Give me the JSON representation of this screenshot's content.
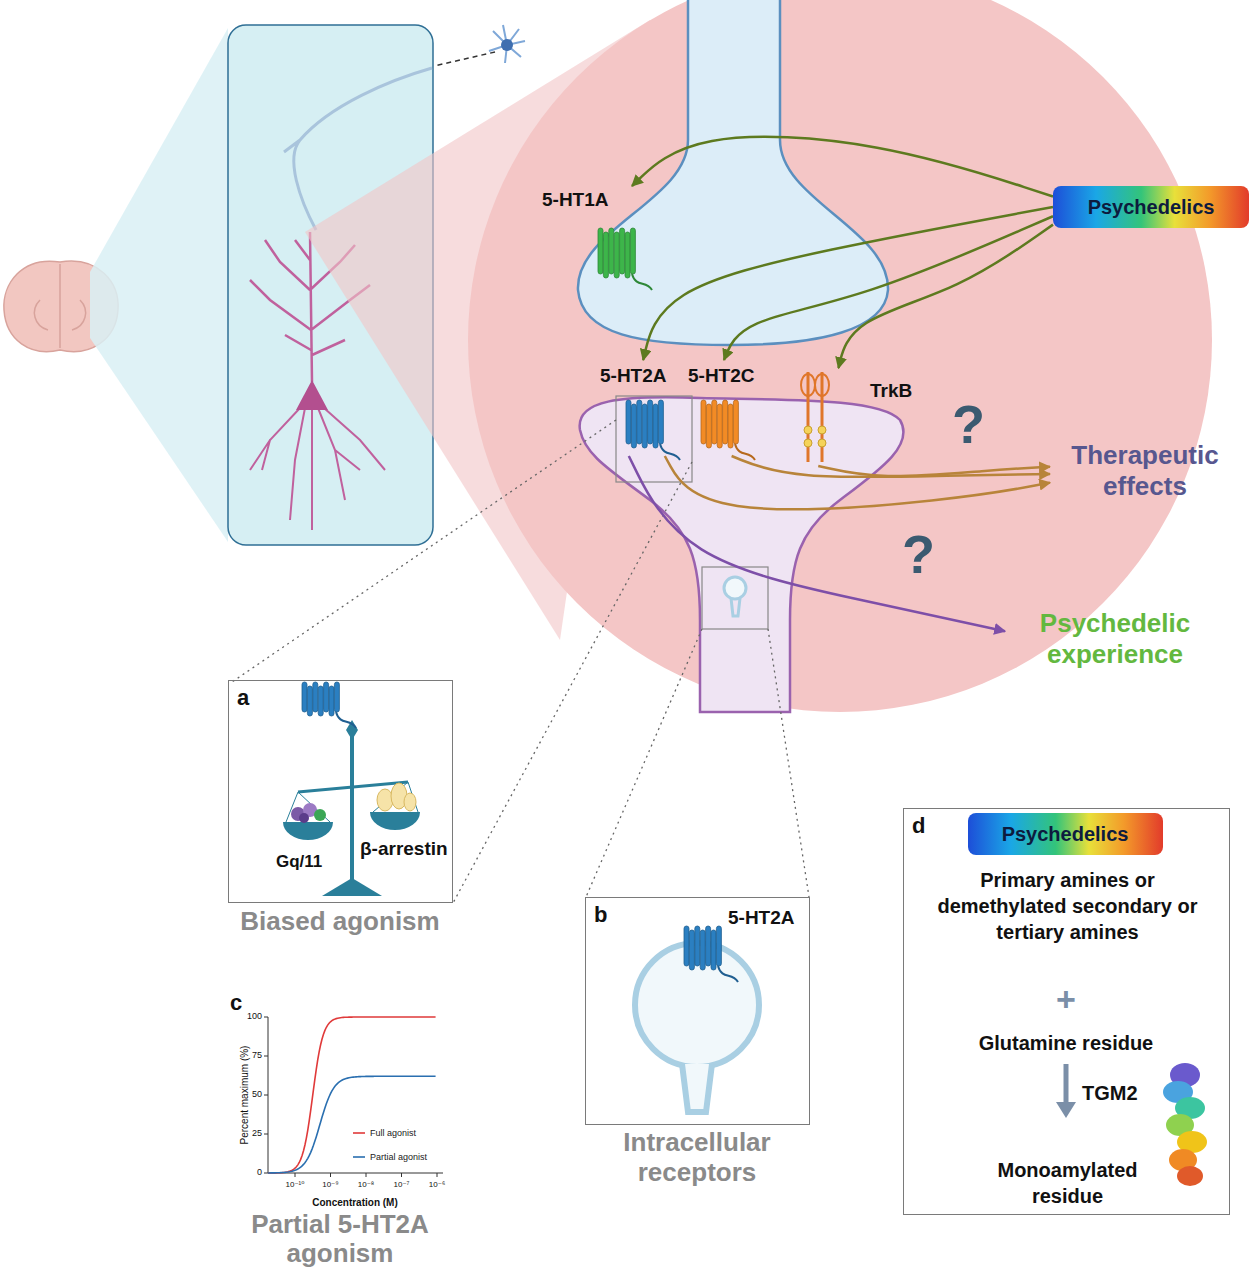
{
  "diagram": {
    "nodes": [
      {
        "text": [
          "Psychedelics"
        ]
      },
      {
        "text": [
          "5-HT1A"
        ]
      },
      {
        "text": [
          "5-HT2A"
        ]
      },
      {
        "text": [
          "5-HT2C"
        ]
      },
      {
        "text": [
          "TrkB"
        ]
      },
      {
        "text": [
          "Therapeutic effects"
        ]
      },
      {
        "text": [
          "Psychedelic experience"
        ]
      },
      {
        "text": [
          "a",
          "Biased agonism"
        ]
      },
      {
        "text": [
          "b",
          "5-HT2A",
          "Intracellular receptors"
        ]
      },
      {
        "text": [
          "d",
          "Primary amines or demethylated secondary or tertiary amines",
          "+",
          "Glutamine residue",
          "TGM2",
          "Monoamylated residue"
        ]
      },
      {
        "text": [
          "Psychedelics"
        ],
        "in": 9
      }
    ],
    "edges": [
      {
        "from": 0,
        "to": 1,
        "arrow": "to"
      },
      {
        "from": 0,
        "to": 2,
        "arrow": "to"
      },
      {
        "from": 0,
        "to": 3,
        "arrow": "to"
      },
      {
        "from": 0,
        "to": 4,
        "arrow": "to"
      },
      {
        "from": 2,
        "to": 5,
        "arrow": "to"
      },
      {
        "from": 3,
        "to": 5,
        "arrow": "to"
      },
      {
        "from": 4,
        "to": 5,
        "arrow": "to"
      },
      {
        "from": 2,
        "to": 6,
        "arrow": "to"
      }
    ],
    "labels": [
      "?",
      "?",
      "Gq/11",
      "β-arrestin",
      "c",
      "100",
      "75",
      "50",
      "25",
      "0",
      "10⁻¹⁰",
      "10⁻⁹",
      "10⁻⁸",
      "10⁻⁷",
      "10⁻⁶",
      "Percent maximum (%)",
      "Concentration (M)",
      "Partial 5-HT2A agonism"
    ],
    "legend": [
      {
        "text": "Full agonist"
      },
      {
        "text": "Partial agonist"
      }
    ]
  }
}
